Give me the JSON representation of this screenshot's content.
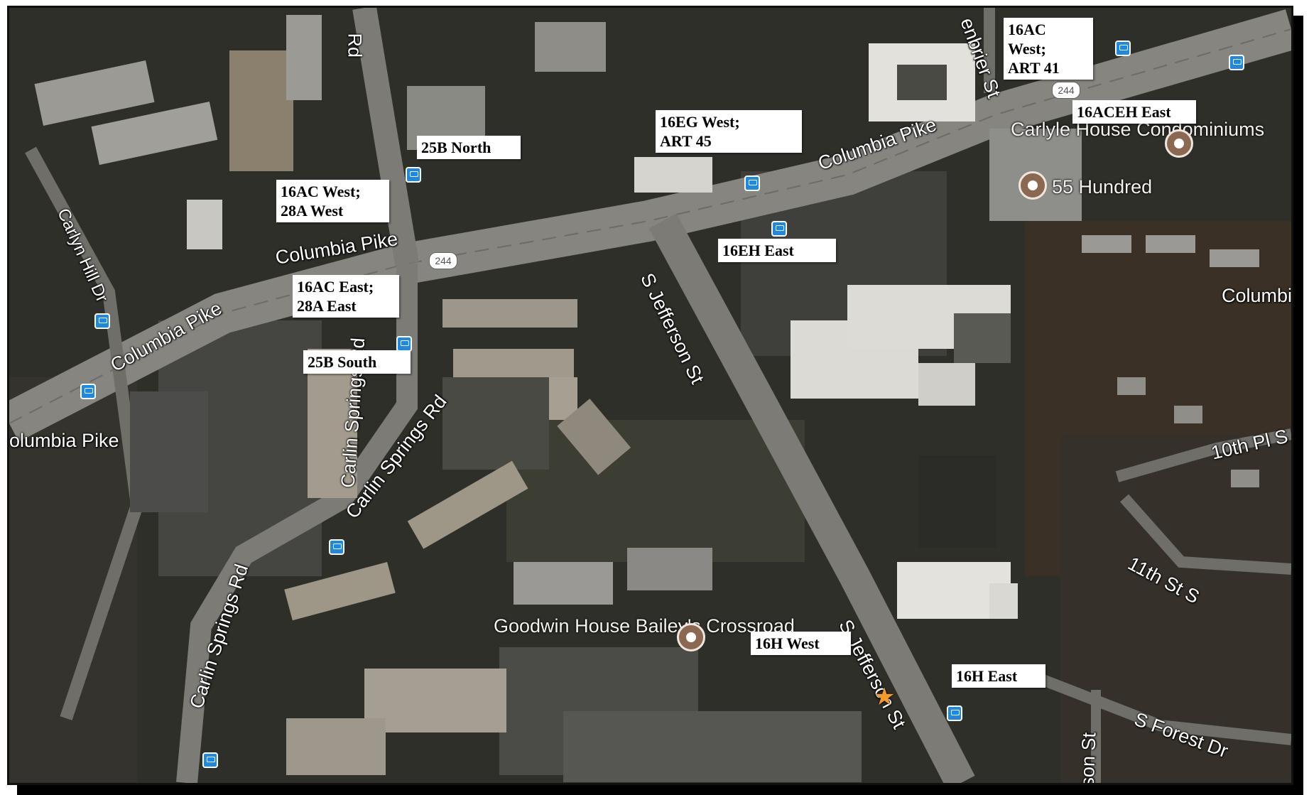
{
  "callouts": {
    "c1": "16AC West;\nART 41",
    "c2": "16ACEH East",
    "c3": "16EG West;\nART 45",
    "c4": "25B North",
    "c5": "16AC West;\n28A West",
    "c6": "16EH East",
    "c7": "16AC East;\n28A East",
    "c8": "25B South",
    "c9": "16H West",
    "c10": "16H East"
  },
  "streets": {
    "columbia_pike_top": "Columbia Pike",
    "columbia_pike_mid": "Columbia Pike",
    "columbia_pike_left": "Columbia Pike",
    "columbia_pike_edge": "olumbia Pike",
    "columbia_right": "Columbi",
    "rd_top": "Rd",
    "enbrier": "enbrier St",
    "carlyn_hill": "Carlyn Hill Dr",
    "s_jefferson_upper": "S Jefferson St",
    "s_jefferson_lower": "S Jefferson St",
    "carlin_springs_upper": "Carlin Springs Rd",
    "carlin_springs_lower": "Carlin Springs Rd",
    "carlin_springs_vert": "Carlin Springs Rd",
    "tenth_pl": "10th Pl S",
    "eleventh_st": "11th St S",
    "s_forest": "S Forest Dr",
    "rson_st": "rson St"
  },
  "shields": {
    "route_a": "244",
    "route_b": "244"
  },
  "places": {
    "carlyle": "Carlyle House\nCondominiums",
    "fifty_five": "55 Hundred",
    "goodwin": "Goodwin House\nBailey's Crossroad"
  },
  "colors": {
    "bus_stop": "#1e88e5",
    "poi": "#8a6852",
    "star": "#f39a2c",
    "road": "#7f7f7a"
  },
  "icons": [
    "bus-stop-icon",
    "place-pin-icon",
    "star-icon",
    "route-shield-icon"
  ]
}
